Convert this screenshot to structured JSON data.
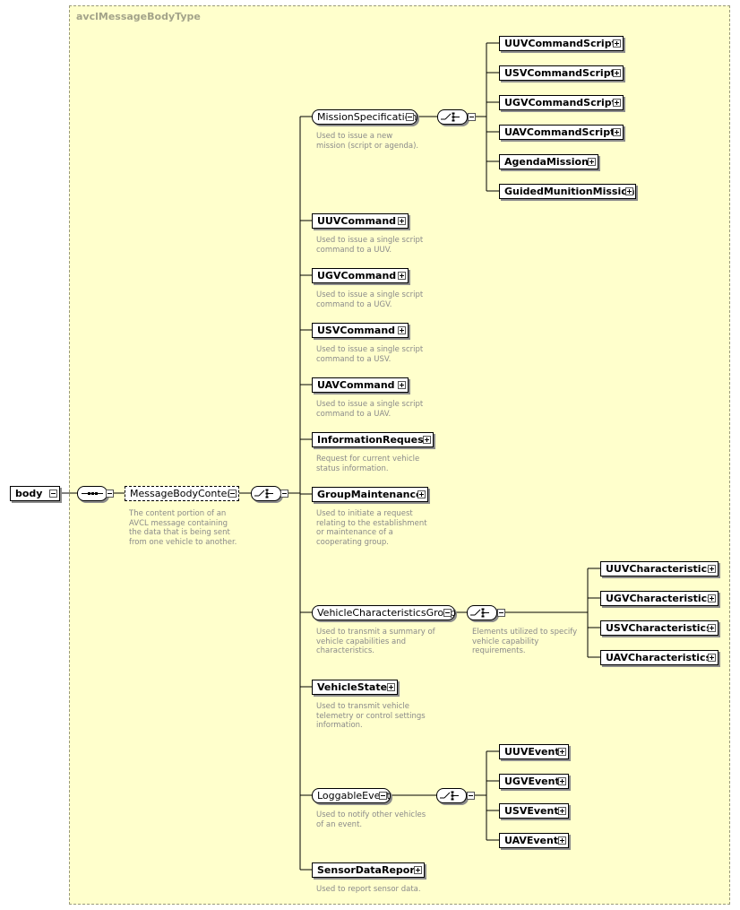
{
  "diagram": {
    "type_name": "avclMessageBodyType",
    "root": {
      "label": "body"
    },
    "group": {
      "label": "MessageBodyContent",
      "description": "The content portion of an AVCL message containing the data that is being sent from one vehicle to another."
    },
    "children": [
      {
        "id": "mission",
        "label": "MissionSpecification",
        "description": "Used to issue a new mission (script or agenda)."
      },
      {
        "id": "uuvcmd",
        "label": "UUVCommand",
        "description": "Used to issue a single script command to a UUV."
      },
      {
        "id": "ugvcmd",
        "label": "UGVCommand",
        "description": "Used to issue a single script command to a UGV."
      },
      {
        "id": "usvcmd",
        "label": "USVCommand",
        "description": "Used to issue a single script command to a USV."
      },
      {
        "id": "uavcmd",
        "label": "UAVCommand",
        "description": "Used to issue a single script command to a UAV."
      },
      {
        "id": "inforeq",
        "label": "InformationRequest",
        "description": "Request for current vehicle status information."
      },
      {
        "id": "groupmaint",
        "label": "GroupMaintenance",
        "description": "Used to initiate a request relating to the establishment or maintenance of a cooperating group."
      },
      {
        "id": "vcg",
        "label": "VehicleCharacteristicsGroup",
        "description": "Used to transmit a summary of vehicle capabilities and characteristics."
      },
      {
        "id": "vstate",
        "label": "VehicleState",
        "description": "Used to transmit vehicle telemetry or control settings information."
      },
      {
        "id": "logevt",
        "label": "LoggableEvent",
        "description": "Used to notify other vehicles of an event."
      },
      {
        "id": "sensor",
        "label": "SensorDataReport",
        "description": "Used to report sensor data."
      }
    ],
    "mission_children": [
      "UUVCommandScript",
      "USVCommandScript",
      "UGVCommandScript",
      "UAVCommandScript",
      "AgendaMission",
      "GuidedMunitionMission"
    ],
    "characteristics": {
      "description": "Elements utilized to specify vehicle capability requirements.",
      "items": [
        "UUVCharacteristics",
        "UGVCharacteristics",
        "USVCharacteristics",
        "UAVCharacteristics"
      ]
    },
    "events": [
      "UUVEvent",
      "UGVEvent",
      "USVEvent",
      "UAVEvent"
    ]
  }
}
